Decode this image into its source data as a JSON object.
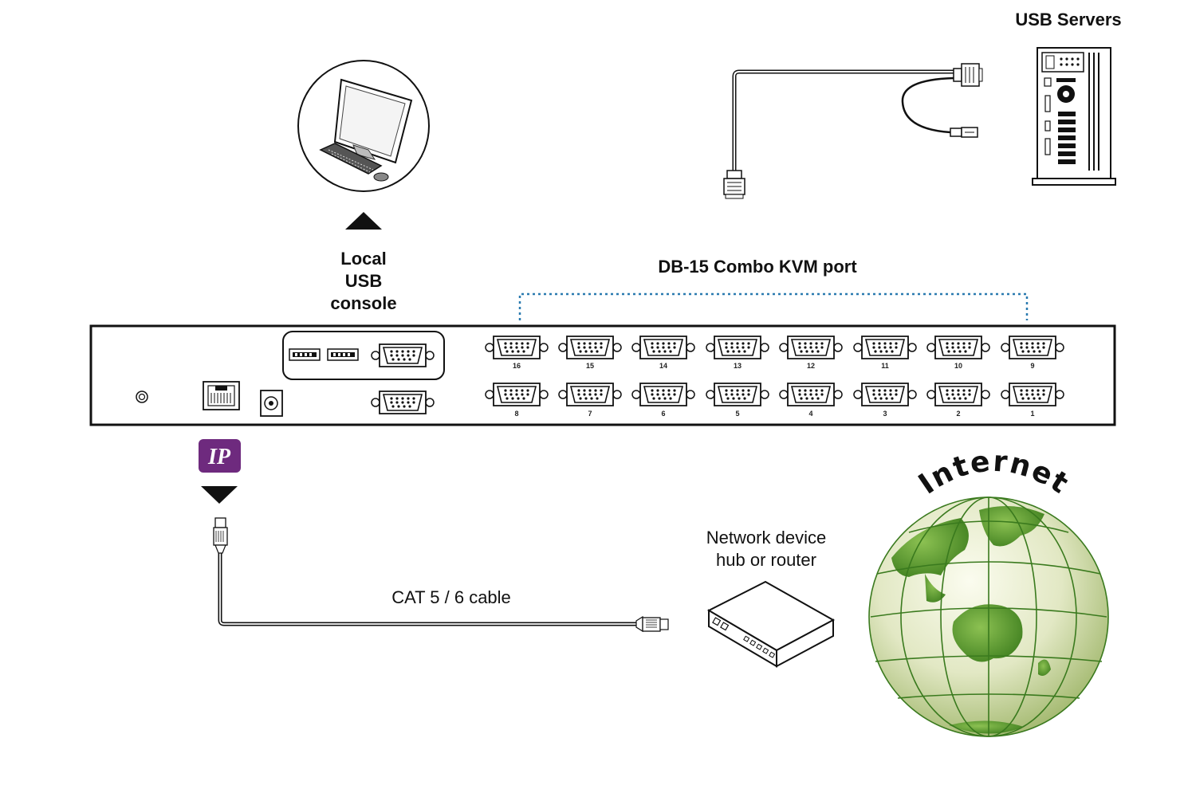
{
  "labels": {
    "usb_servers": "USB Servers",
    "local_console_line1": "Local",
    "local_console_line2": "USB",
    "local_console_line3": "console",
    "db15_port": "DB-15 Combo KVM port",
    "ip_badge": "IP",
    "cat_cable": "CAT 5 / 6 cable",
    "network_device_line1": "Network device",
    "network_device_line2": "hub or router",
    "internet": "Internet"
  },
  "kvm_ports": {
    "top_row": [
      "16",
      "15",
      "14",
      "13",
      "12",
      "11",
      "10",
      "9"
    ],
    "bottom_row": [
      "8",
      "7",
      "6",
      "5",
      "4",
      "3",
      "2",
      "1"
    ]
  },
  "colors": {
    "ip_badge": "#6e2a7e",
    "dotted_bracket": "#2a7ab0",
    "globe_land": "#5a9e2f",
    "globe_ocean": "#e6ecd2"
  },
  "icons": [
    "computer-monitor-icon",
    "keyboard-icon",
    "mouse-icon",
    "vga-connector-icon",
    "usb-connector-icon",
    "server-tower-icon",
    "rj45-plug-icon",
    "router-icon",
    "globe-icon"
  ]
}
